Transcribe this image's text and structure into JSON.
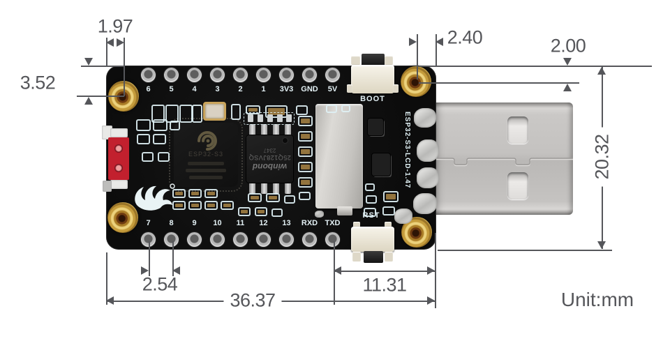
{
  "unit_label": "Unit:mm",
  "dims": {
    "hole_inset_left": "1.97",
    "hole_top_left": "3.52",
    "hole_inset_right": "2.40",
    "hole_top_right": "2.00",
    "board_height": "20.32",
    "pin_pitch": "2.54",
    "txd_to_edge": "11.31",
    "board_width": "36.37"
  },
  "board": {
    "top_pins": [
      "6",
      "5",
      "4",
      "3",
      "2",
      "1",
      "3V3",
      "GND",
      "5V"
    ],
    "bottom_pins": [
      "7",
      "8",
      "9",
      "10",
      "11",
      "12",
      "13",
      "RXD",
      "TXD"
    ],
    "boot_label": "BOOT",
    "rst_label": "RST",
    "model": "ESP32-S3-LCD-1.47",
    "mcu_marking": "ESP32-S3",
    "flash": {
      "brand": "winbond",
      "part": "25Q128JVSQ",
      "date_code": "2347"
    }
  },
  "colors": {
    "pcb": "#0e0e0e",
    "dimension": "#55565a",
    "gold_hole": "#c59c3c",
    "silkscreen": "#e4f1f5",
    "usb_metal": "#c4c2c0",
    "button_body": "#e9e4d6",
    "red_component": "#c2202e"
  }
}
